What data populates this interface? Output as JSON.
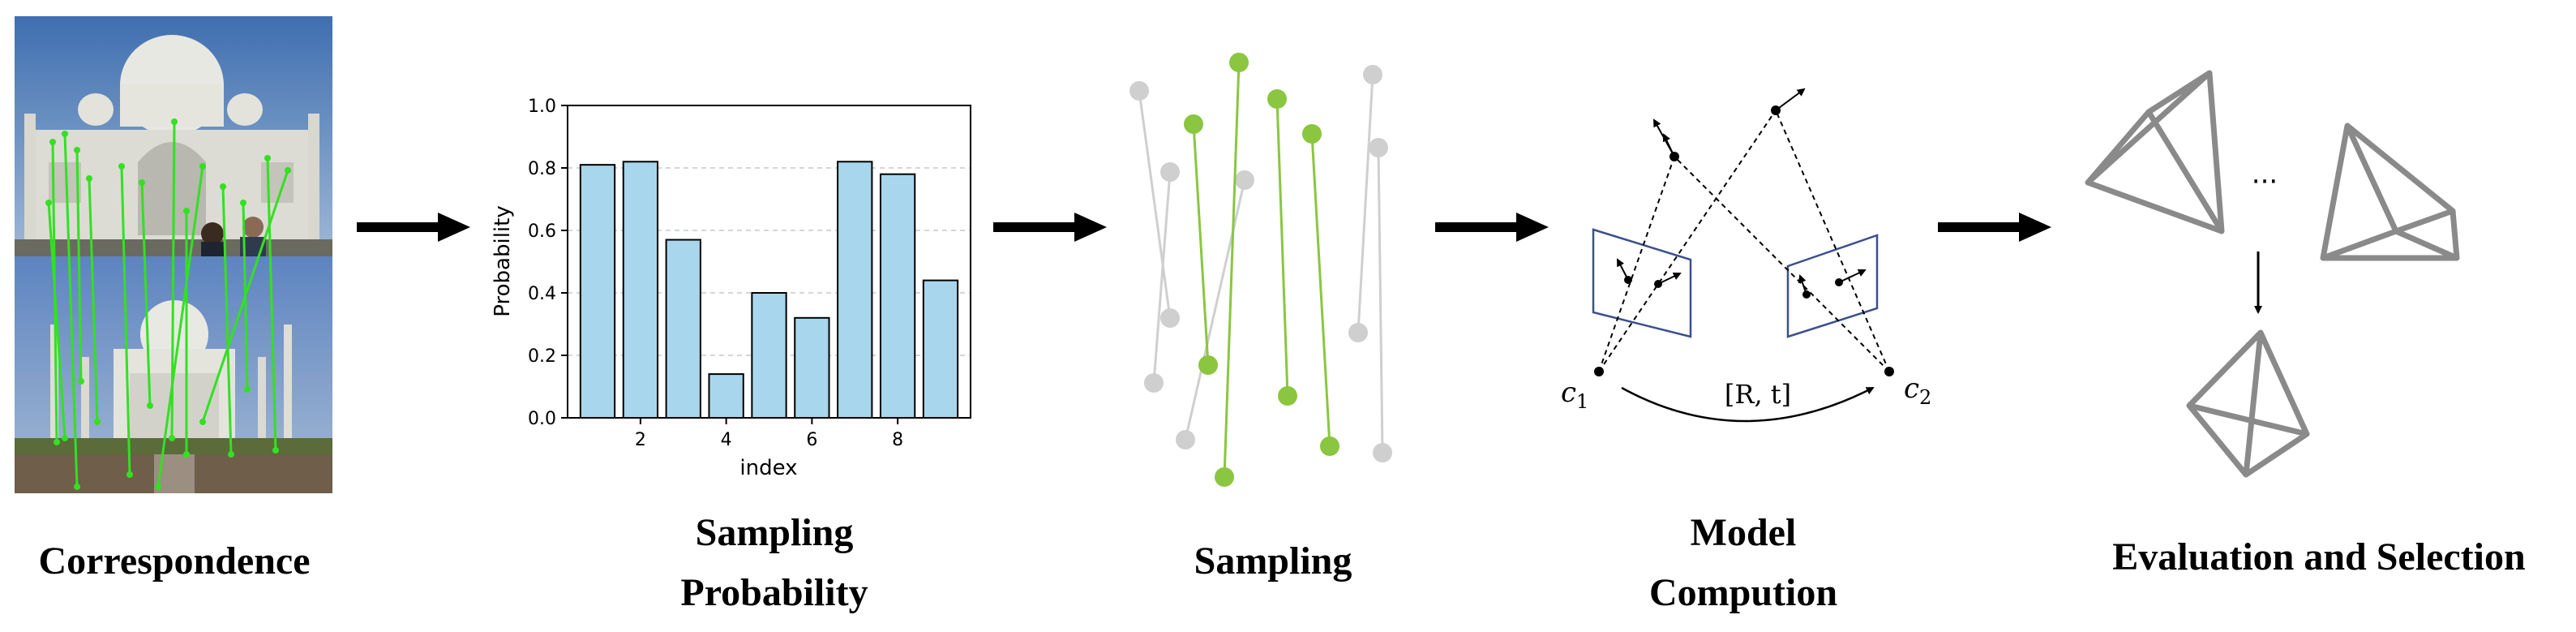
{
  "stages": [
    {
      "label": "Correspondence"
    },
    {
      "label_line1": "Sampling",
      "label_line2": "Probability"
    },
    {
      "label": "Sampling"
    },
    {
      "label_line1": "Model",
      "label_line2": "Compution"
    },
    {
      "label": "Evaluation and Selection"
    }
  ],
  "chart_data": {
    "type": "bar",
    "categories": [
      "1",
      "2",
      "3",
      "4",
      "5",
      "6",
      "7",
      "8",
      "9"
    ],
    "values": [
      0.81,
      0.82,
      0.57,
      0.14,
      0.4,
      0.32,
      0.82,
      0.78,
      0.44
    ],
    "xticks": [
      "2",
      "4",
      "6",
      "8"
    ],
    "yticks": [
      "0.0",
      "0.2",
      "0.4",
      "0.6",
      "0.8",
      "1.0"
    ],
    "xlabel": "index",
    "ylabel": "Probability",
    "ylim": [
      0,
      1.0
    ],
    "grid": "horizontal dashed",
    "bar_color": "#a8d6ec"
  },
  "model": {
    "camera1_label": "c",
    "camera1_sub": "1",
    "camera2_label": "c",
    "camera2_sub": "2",
    "transform_label": "[R, t]"
  },
  "evaluation": {
    "ellipsis": "···"
  },
  "colors": {
    "inlier_green": "#8ac640",
    "outlier_gray": "#cfcfcf",
    "plane_blue": "#3b4f8f",
    "shape_gray": "#8a8a8a"
  }
}
